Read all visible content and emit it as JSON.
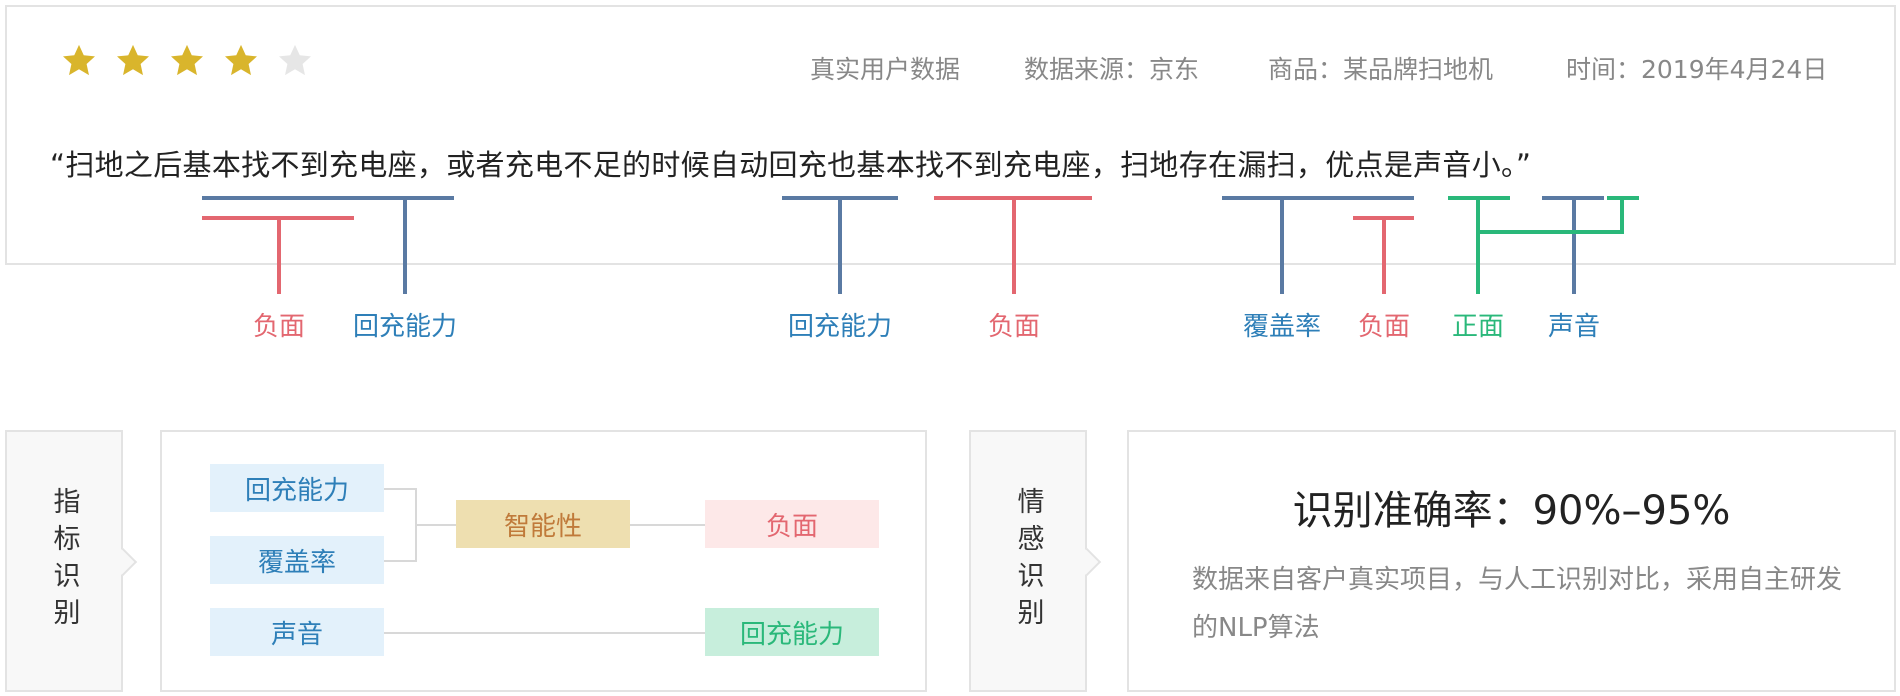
{
  "rating": {
    "stars_filled": 4,
    "stars_total": 5,
    "colors": {
      "filled": "#d9b52c",
      "empty": "#e6e6e6"
    }
  },
  "meta": {
    "real_data": "真实用户数据",
    "source": "数据来源：京东",
    "product": "商品：某品牌扫地机",
    "time": "时间：2019年4月24日"
  },
  "quote": "“扫地之后基本找不到充电座，或者充电不足的时候自动回充也基本找不到充电座，扫地存在漏扫，优点是声音小。”",
  "annotations": [
    {
      "label": "负面",
      "kind": "negative"
    },
    {
      "label": "回充能力",
      "kind": "indicator"
    },
    {
      "label": "回充能力",
      "kind": "indicator"
    },
    {
      "label": "负面",
      "kind": "negative"
    },
    {
      "label": "覆盖率",
      "kind": "indicator"
    },
    {
      "label": "负面",
      "kind": "negative"
    },
    {
      "label": "正面",
      "kind": "positive"
    },
    {
      "label": "声音",
      "kind": "indicator"
    }
  ],
  "indicator_section": {
    "side_label": "指标识别",
    "indicators": [
      "回充能力",
      "覆盖率",
      "声音"
    ],
    "category": "智能性",
    "results": [
      "负面",
      "回充能力"
    ]
  },
  "sentiment_section": {
    "side_label": "情感识别",
    "title": "识别准确率：90%–95%",
    "description": "数据来自客户真实项目，与人工识别对比，采用自主研发的NLP算法"
  },
  "colors": {
    "negative": "#e36770",
    "indicator": "#2e7fb8",
    "positive": "#2ab87a",
    "bracket_blue": "#5a7aa3"
  }
}
